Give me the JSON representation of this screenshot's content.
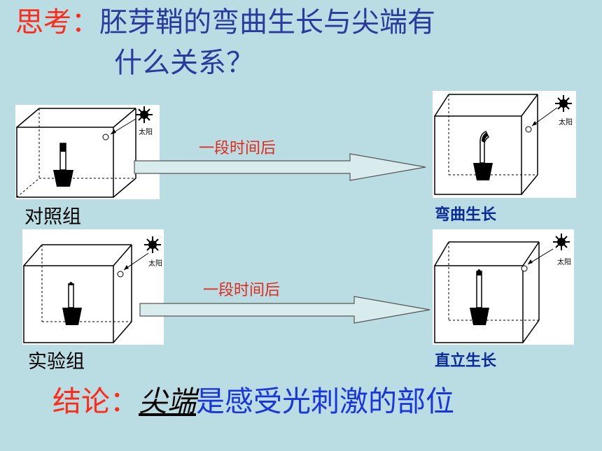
{
  "question": {
    "prefix": "思考：",
    "line1": "胚芽鞘的弯曲生长与尖端有",
    "line2": "什么关系？"
  },
  "panels": {
    "sun_label": "太阳",
    "control_label": "对照组",
    "experiment_label": "实验组",
    "result_bent": "弯曲生长",
    "result_straight": "直立生长"
  },
  "arrows": {
    "top_text": "一段时间后",
    "bottom_text": "一段时间后"
  },
  "conclusion": {
    "prefix": "结论：",
    "key": "尖端",
    "rest": "是感受光刺激的部位"
  },
  "colors": {
    "background": "#b9dde2",
    "title_red": "#ff2a1a",
    "title_navy": "#2b3a9e",
    "result_blue": "#0b2a9a",
    "conclusion_blue": "#1a35e0"
  }
}
